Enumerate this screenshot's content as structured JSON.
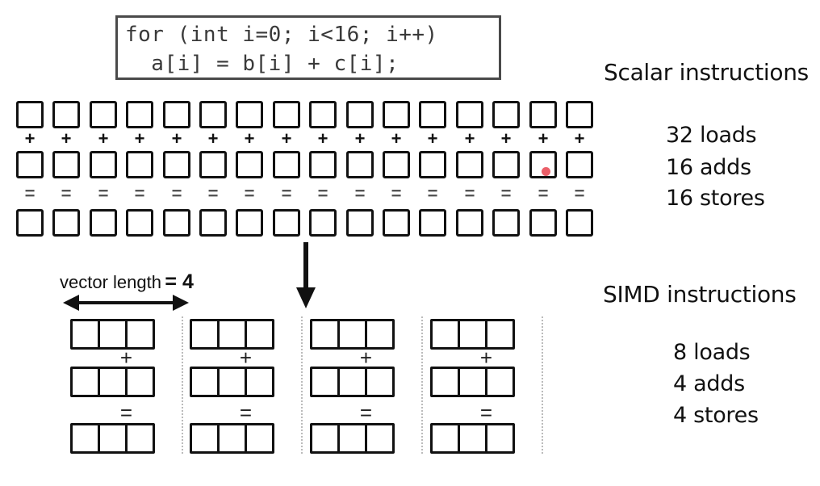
{
  "code": {
    "line1": "for (int i=0; i<16; i++)",
    "line2": "  a[i] = b[i] + c[i];"
  },
  "scalar": {
    "title": "Scalar instructions",
    "stats": [
      "32 loads",
      "16 adds",
      "16 stores"
    ],
    "element_count": 16,
    "plus_symbol": "+",
    "equals_symbol": "="
  },
  "vector_length": {
    "label": "vector length",
    "eq": "= 4"
  },
  "simd": {
    "title": "SIMD instructions",
    "stats": [
      "8 loads",
      "4 adds",
      "4 stores"
    ],
    "group_count": 4,
    "plus_symbol": "+",
    "equals_symbol": "="
  },
  "colors": {
    "box_stroke": "#111111",
    "code_border": "#4a4a4a",
    "cursor": "#e8434f"
  }
}
